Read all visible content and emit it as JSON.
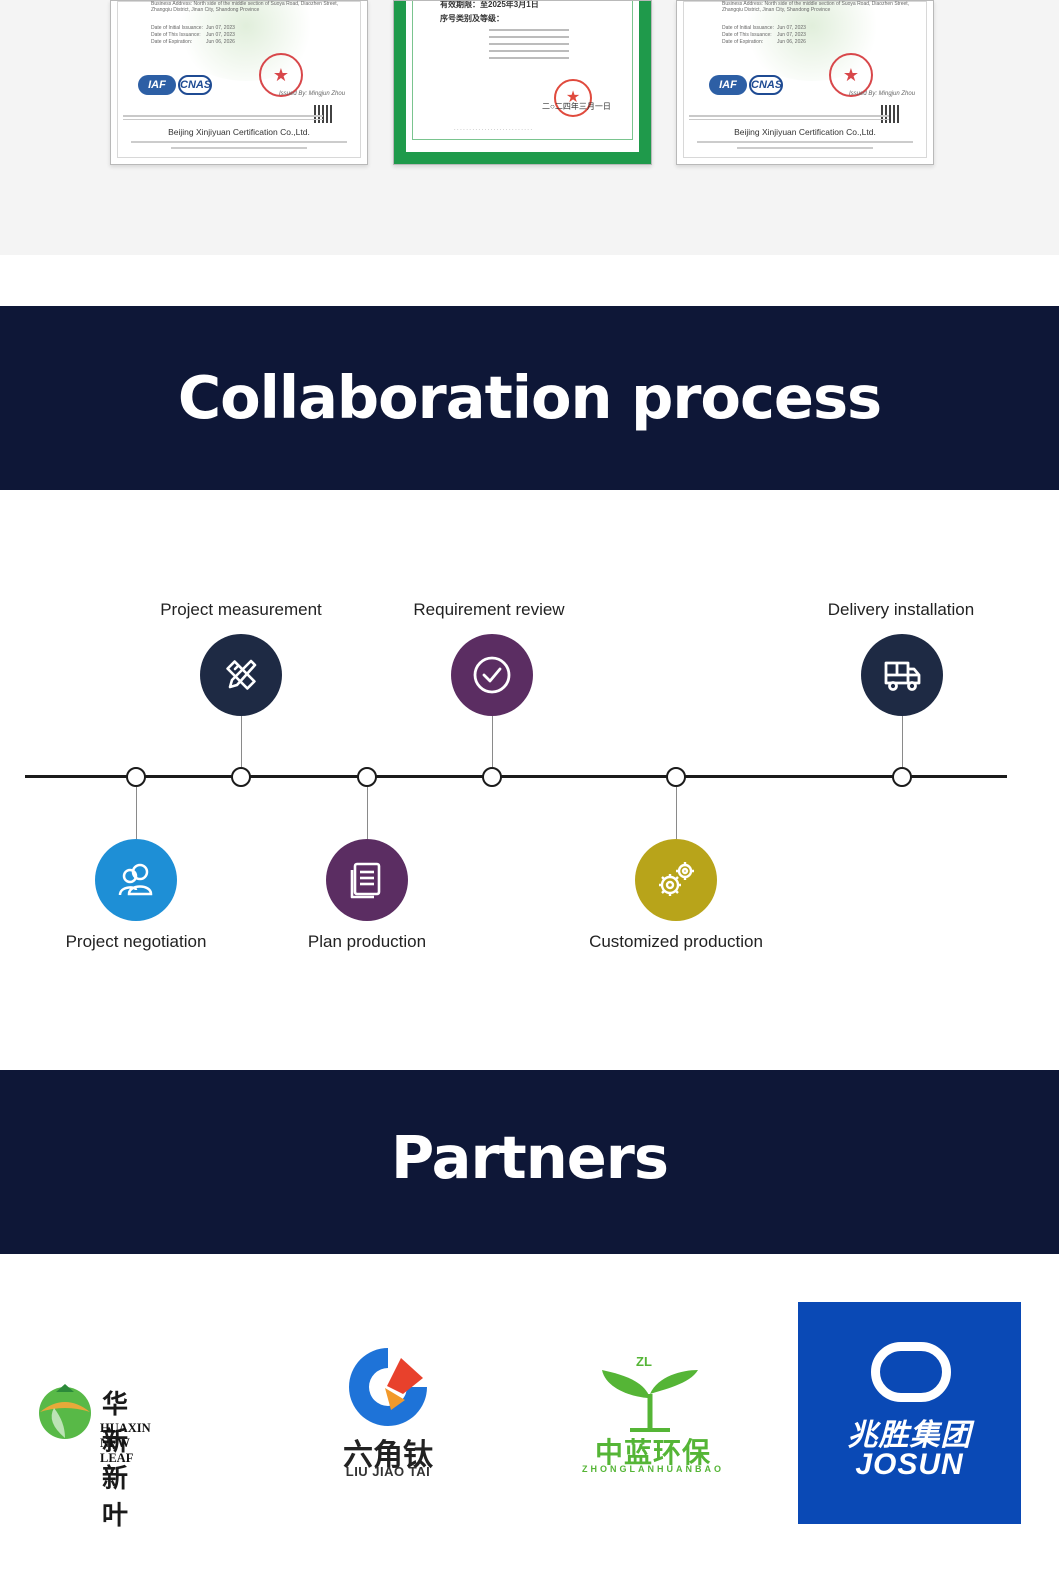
{
  "certificates": {
    "left": {
      "address_line": "Business Address: North side of the middle section of Suoya Road, Diaozhen Street,",
      "address_line2": "Zhangqiu District, Jinan City, Shandong Province",
      "dates": [
        {
          "label": "Date of Initial Issuance:",
          "value": "Jun 07, 2023"
        },
        {
          "label": "Date of This Issuance:",
          "value": "Jun 07, 2023"
        },
        {
          "label": "Date of Expiration:",
          "value": "Jun 06, 2026"
        }
      ],
      "badge_iaf": "IAF",
      "badge_cnas": "CNAS",
      "signed": "Issued By: Mingjun Zhou",
      "issuer": "Beijing Xinjiyuan Certification Co.,Ltd."
    },
    "middle": {
      "validity": "有效期限：至2025年3月1日",
      "category": "序号类别及等级：",
      "date": "二○二四年三月一日"
    },
    "right": {
      "address_line": "Business Address: North side of the middle section of Suoya Road, Diaozhen Street,",
      "address_line2": "Zhangqiu District, Jinan City, Shandong Province",
      "dates": [
        {
          "label": "Date of Initial Issuance:",
          "value": "Jun 07, 2023"
        },
        {
          "label": "Date of This Issuance:",
          "value": "Jun 07, 2023"
        },
        {
          "label": "Date of Expiration:",
          "value": "Jun 06, 2026"
        }
      ],
      "badge_iaf": "IAF",
      "badge_cnas": "CNAS",
      "signed": "Issued By: Mingjun Zhou",
      "issuer": "Beijing Xinjiyuan Certification Co.,Ltd."
    }
  },
  "collaboration": {
    "title": "Collaboration process",
    "steps_top": [
      {
        "label": "Project measurement",
        "icon": "ruler-pencil-icon",
        "color": "#1e2a44"
      },
      {
        "label": "Requirement review",
        "icon": "check-circle-icon",
        "color": "#5b2d62"
      },
      {
        "label": "Delivery installation",
        "icon": "truck-icon",
        "color": "#1e2a44"
      }
    ],
    "steps_bottom": [
      {
        "label": "Project negotiation",
        "icon": "users-icon",
        "color": "#1e8fd6"
      },
      {
        "label": "Plan production",
        "icon": "document-icon",
        "color": "#5b2d62"
      },
      {
        "label": "Customized production",
        "icon": "gears-icon",
        "color": "#b8a41a"
      }
    ]
  },
  "partners": {
    "title": "Partners",
    "logos": [
      {
        "zh": "华新新叶",
        "en": "HUAXIN NEW LEAF",
        "icon": "huaxin-leaf-logo"
      },
      {
        "zh": "六角钛",
        "en": "LIU JIAO TAI",
        "icon": "liujiaotai-logo"
      },
      {
        "zh": "中蓝环保",
        "en": "ZHONGLANHUANBAO",
        "mark_text": "ZL",
        "icon": "zhonglan-sprout-logo"
      },
      {
        "zh": "兆胜集团",
        "en": "JOSUN",
        "icon": "josun-logo"
      }
    ]
  }
}
